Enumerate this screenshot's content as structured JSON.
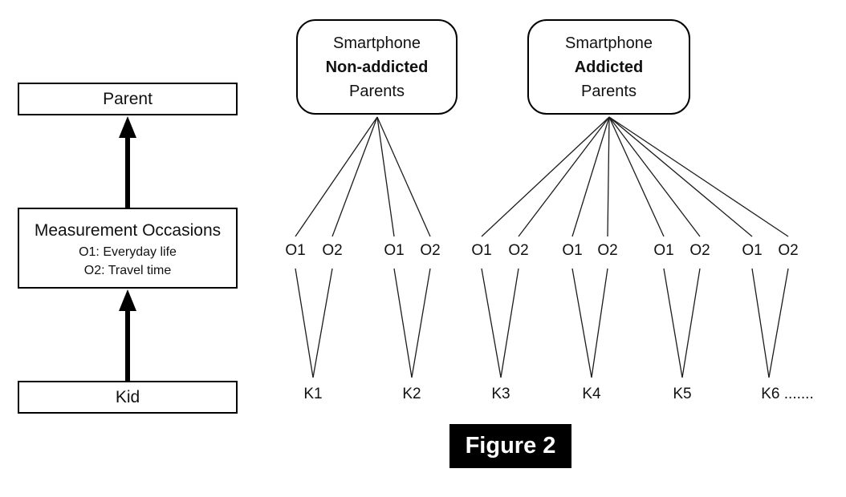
{
  "colors": {
    "ink": "#1c1c1c",
    "box_border": "#000000",
    "background": "#ffffff",
    "caption_bg": "#000000",
    "caption_fg": "#ffffff"
  },
  "left_flow": {
    "parent_label": "Parent",
    "measurement_title": "Measurement Occasions",
    "measurement_sub1": "O1: Everyday life",
    "measurement_sub2": "O2: Travel time",
    "kid_label": "Kid"
  },
  "parent_groups": [
    {
      "line1": "Smartphone",
      "line2": "Non-addicted",
      "line3": "Parents"
    },
    {
      "line1": "Smartphone",
      "line2": "Addicted",
      "line3": "Parents"
    }
  ],
  "occasions": [
    "O1",
    "O2",
    "O1",
    "O2",
    "O1",
    "O2",
    "O1",
    "O2",
    "O1",
    "O2",
    "O1",
    "O2"
  ],
  "kids": [
    "K1",
    "K2",
    "K3",
    "K4",
    "K5",
    "K6 ......."
  ],
  "caption": "Figure 2"
}
